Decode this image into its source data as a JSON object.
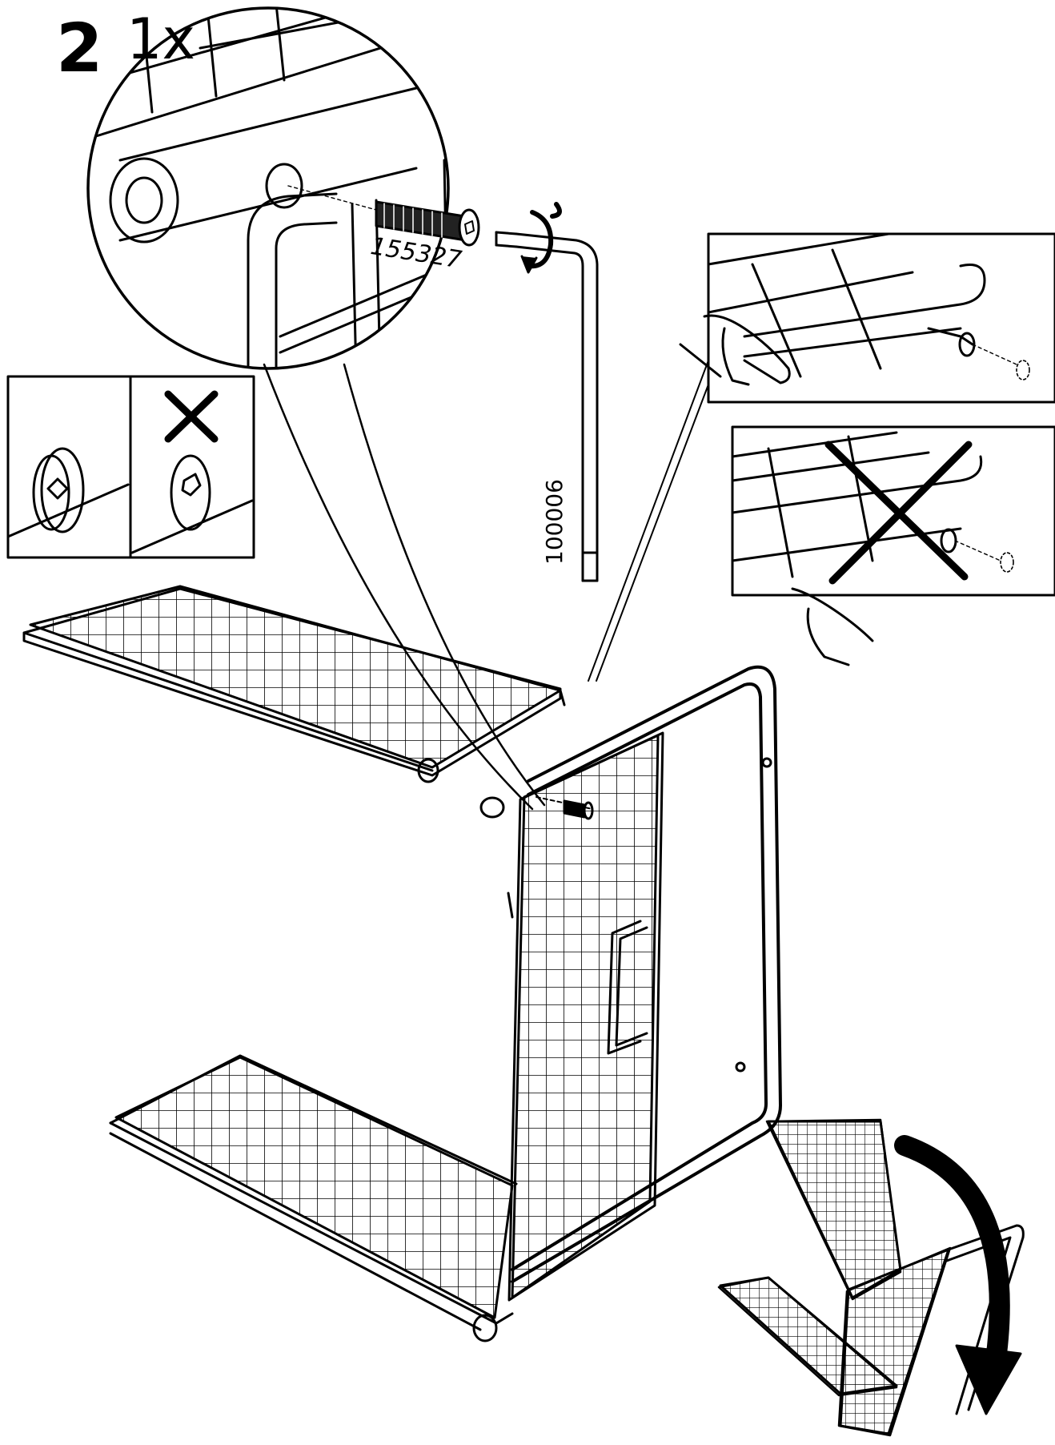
{
  "step": {
    "number": "2",
    "quantity": "1x"
  },
  "parts": {
    "screw_article": "155327",
    "allen_key_article": "100006"
  },
  "colors": {
    "ink": "#000000",
    "paper": "#ffffff"
  },
  "icons": {
    "wrong_mark": "x-mark-icon",
    "rotation": "rotate-arrow-icon"
  }
}
